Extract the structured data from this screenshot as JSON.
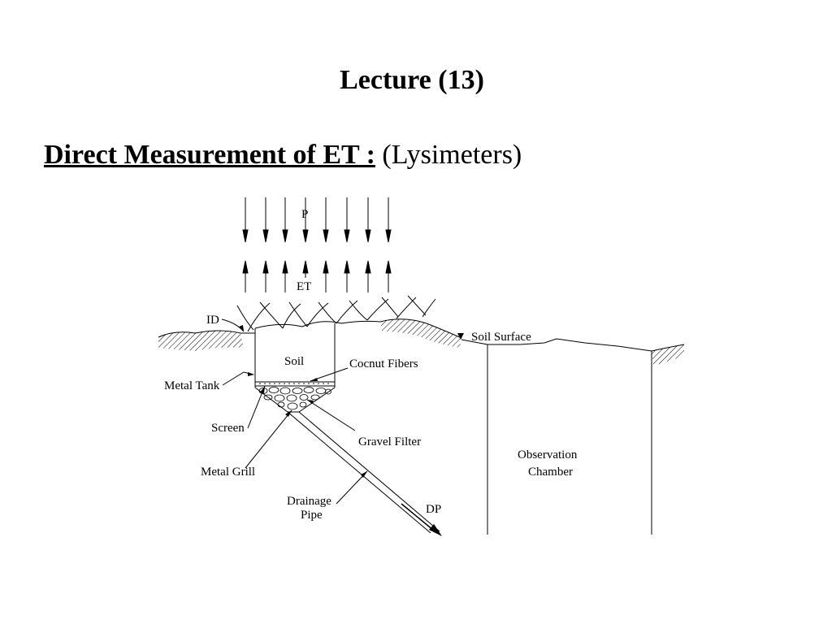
{
  "slide": {
    "title": "Lecture (13)",
    "heading_bold": "Direct Measurement of ET :",
    "heading_normal": "(Lysimeters)"
  },
  "diagram": {
    "labels": {
      "p": "P",
      "et": "ET",
      "id": "ID",
      "soil_surface": "Soil Surface",
      "soil": "Soil",
      "cocnut_fibers": "Cocnut Fibers",
      "metal_tank": "Metal Tank",
      "screen": "Screen",
      "gravel_filter": "Gravel Filter",
      "metal_grill": "Metal Grill",
      "observation_line1": "Observation",
      "observation_line2": "Chamber",
      "drainage_line1": "Drainage",
      "drainage_line2": "Pipe",
      "dp": "DP"
    }
  }
}
